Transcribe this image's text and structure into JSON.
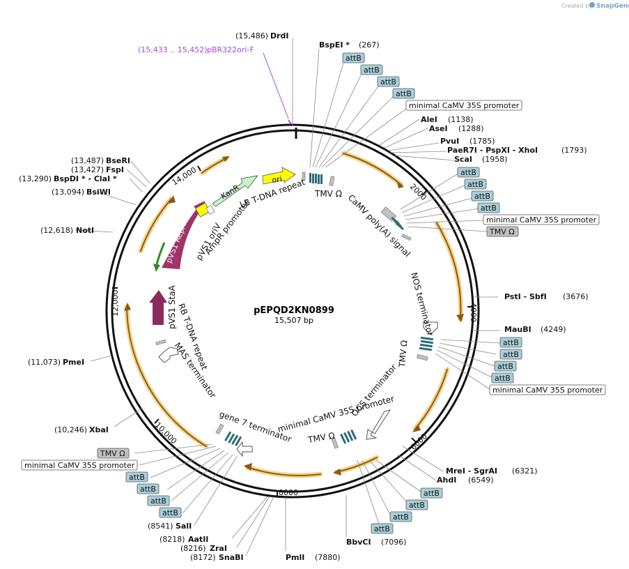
{
  "credit": {
    "prefix": "Created by",
    "brand": "SnapGene"
  },
  "plasmid": {
    "name": "pEPQD2KN0899",
    "size": "15,507 bp"
  },
  "colors": {
    "attB": "#a9cfd9",
    "tmv": "#c0c0c0",
    "orange": "#f1b43c",
    "ori": "#ffff00",
    "kan": "#c6f2c6",
    "repA": "#a03367",
    "staA": "#8b2b5b",
    "primer": "#a64cd4",
    "term": "#ffffff",
    "yellow_box": "#ffff00"
  },
  "ticks": [
    "2000",
    "4000",
    "6000",
    "8000",
    "10,000",
    "12,000",
    "14,000"
  ],
  "sites": [
    {
      "pos": "(15,486)",
      "name": "DrdI"
    },
    {
      "pos": "(15,433 .. 15,452)",
      "name": "pBR322ori-F"
    },
    {
      "pos": "(267)",
      "name": "BspEI *"
    },
    {
      "pos": "(1138)",
      "name": "AleI"
    },
    {
      "pos": "(1288)",
      "name": "AseI"
    },
    {
      "pos": "(1785)",
      "name": "PvuI"
    },
    {
      "pos": "(1793)",
      "name": "PaeR7I  - PspXI  - XhoI"
    },
    {
      "pos": "(1958)",
      "name": "ScaI"
    },
    {
      "pos": "(3676)",
      "name": "PstI  - SbfI"
    },
    {
      "pos": "(4249)",
      "name": "MauBI"
    },
    {
      "pos": "(6321)",
      "name": "MreI  - SgrAI"
    },
    {
      "pos": "(6549)",
      "name": "AhdI"
    },
    {
      "pos": "(7096)",
      "name": "BbvCI"
    },
    {
      "pos": "(7880)",
      "name": "PmlI"
    },
    {
      "pos": "(8172)",
      "name": "SnaBI"
    },
    {
      "pos": "(8216)",
      "name": "ZraI"
    },
    {
      "pos": "(8218)",
      "name": "AatII"
    },
    {
      "pos": "(8541)",
      "name": "SalI"
    },
    {
      "pos": "(10,246)",
      "name": "XbaI"
    },
    {
      "pos": "(11,073)",
      "name": "PmeI"
    },
    {
      "pos": "(12,618)",
      "name": "NotI"
    },
    {
      "pos": "(13,094)",
      "name": "BsiWI"
    },
    {
      "pos": "(13,290)",
      "name": "BspDI *  - ClaI *"
    },
    {
      "pos": "(13,427)",
      "name": "FspI"
    },
    {
      "pos": "(13,487)",
      "name": "BseRI"
    }
  ],
  "tags": {
    "attB": "attB",
    "promoter": "minimal CaMV 35S promoter",
    "tmv": "TMV Ω"
  },
  "features": {
    "lb": "LB T-DNA repeat",
    "tmv_top": "TMV Ω",
    "polyA": "CaMV poly(A) signal",
    "nos": "NOS terminator",
    "tmv_right": "TMV Ω",
    "ocs": "OCS terminator",
    "tmv_mid": "TMV Ω",
    "promoter_mid": "minimal CaMV 35S promoter",
    "gene7": "gene 7 terminator",
    "mas": "MAS terminator",
    "rb": "RB T-DNA repeat",
    "staA": "pVS1 StaA",
    "repA": "pVS1 RepA",
    "oriV": "pVS1 oriV",
    "ampr": "AmpR promoter",
    "kanR": "KanR",
    "ori": "ori"
  }
}
